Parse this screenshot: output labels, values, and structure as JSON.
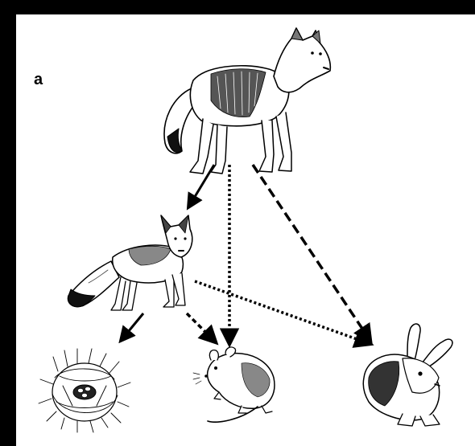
{
  "figure": {
    "panel_label": "a"
  },
  "nodes": [
    {
      "id": "coyote",
      "icon": "coyote-icon"
    },
    {
      "id": "fox",
      "icon": "fox-icon"
    },
    {
      "id": "bird-nest",
      "icon": "bird-nest-icon"
    },
    {
      "id": "rodent",
      "icon": "rodent-icon"
    },
    {
      "id": "rabbit",
      "icon": "rabbit-icon"
    }
  ],
  "edges": [
    {
      "from": "coyote",
      "to": "fox",
      "style": "solid"
    },
    {
      "from": "coyote",
      "to": "rodent",
      "style": "dotted"
    },
    {
      "from": "coyote",
      "to": "rabbit",
      "style": "dashed"
    },
    {
      "from": "fox",
      "to": "bird-nest",
      "style": "solid"
    },
    {
      "from": "fox",
      "to": "rodent",
      "style": "short-dashed"
    },
    {
      "from": "fox",
      "to": "rabbit",
      "style": "dotted"
    }
  ],
  "colors": {
    "background": "#000000",
    "panel": "#ffffff",
    "ink": "#000000"
  }
}
